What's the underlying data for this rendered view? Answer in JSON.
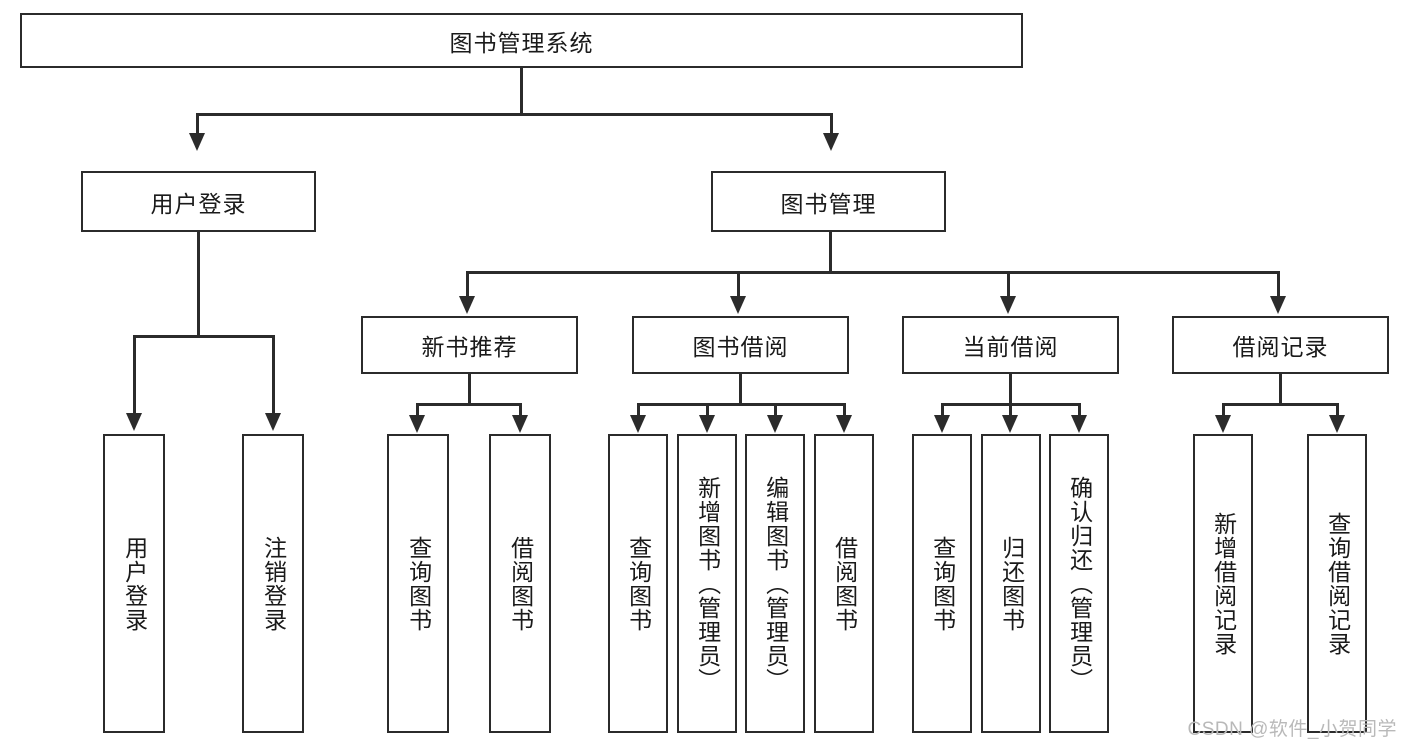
{
  "diagram": {
    "title": "图书管理系统",
    "type": "tree",
    "theme": {
      "stroke": "#2b2b2b",
      "fill": "#ffffff",
      "text": "#1a1a1a",
      "watermark": "#b9b9b9"
    },
    "root": {
      "label": "图书管理系统"
    },
    "level2": [
      {
        "label": "用户登录"
      },
      {
        "label": "图书管理"
      }
    ],
    "level3": [
      {
        "label": "新书推荐"
      },
      {
        "label": "图书借阅"
      },
      {
        "label": "当前借阅"
      },
      {
        "label": "借阅记录"
      }
    ],
    "leaves": {
      "user_login": [
        {
          "label": "用户登录"
        },
        {
          "label": "注销登录"
        }
      ],
      "new_book_recommend": [
        {
          "label": "查询图书"
        },
        {
          "label": "借阅图书"
        }
      ],
      "book_borrow": [
        {
          "label": "查询图书"
        },
        {
          "label": "新增图书（管理员）"
        },
        {
          "label": "编辑图书（管理员）"
        },
        {
          "label": "借阅图书"
        }
      ],
      "current_borrow": [
        {
          "label": "查询图书"
        },
        {
          "label": "归还图书"
        },
        {
          "label": "确认归还（管理员）"
        }
      ],
      "borrow_records": [
        {
          "label": "新增借阅记录"
        },
        {
          "label": "查询借阅记录"
        }
      ]
    }
  },
  "watermark": {
    "text": "CSDN @软件_小贺同学"
  }
}
